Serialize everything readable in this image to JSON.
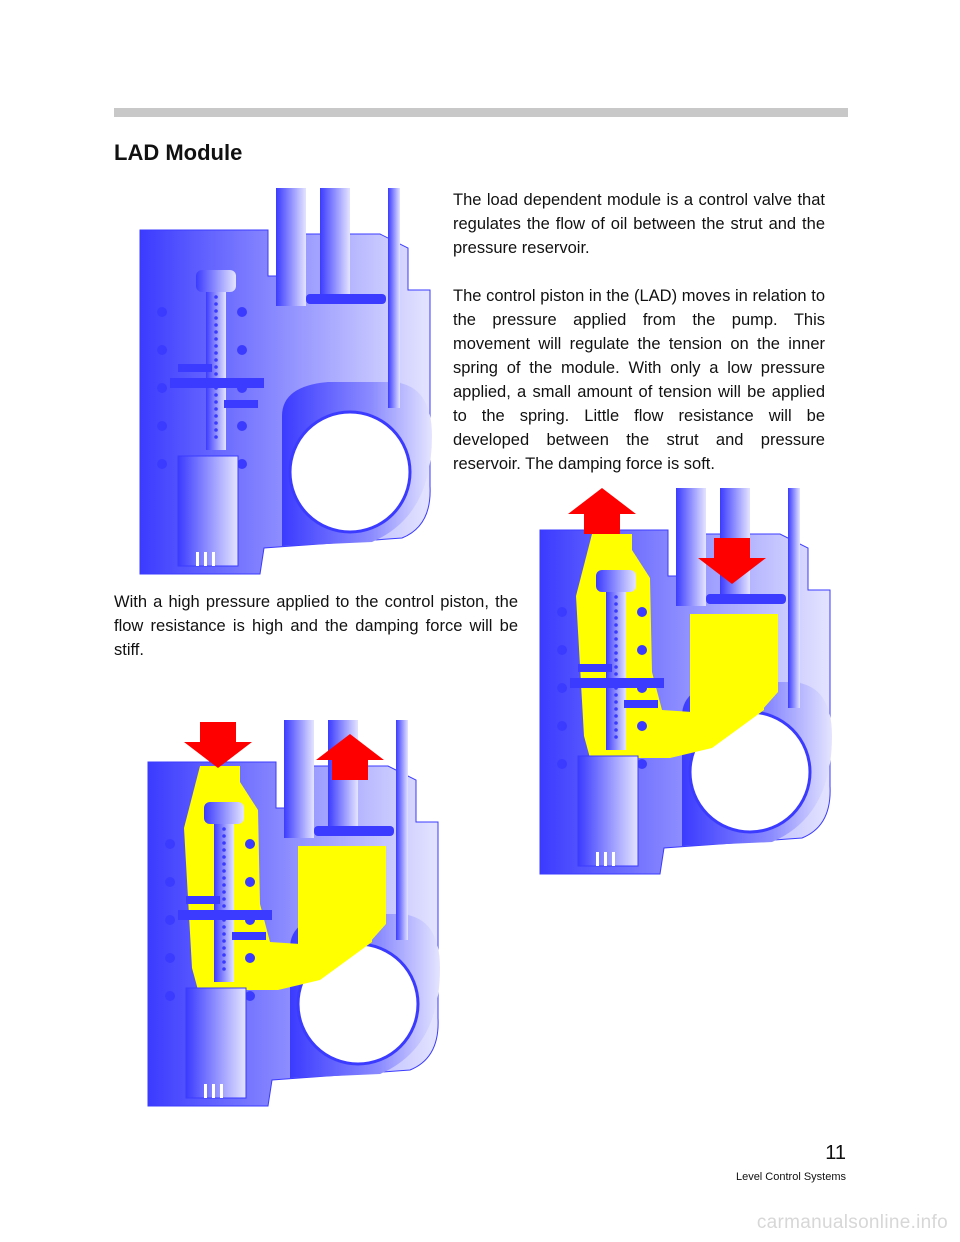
{
  "page": {
    "title": "LAD Module",
    "paragraphs": [
      "The load dependent module is a control valve that regulates the flow of oil between the strut and the pressure reservoir.",
      "The control piston in the (LAD) moves in relation to the pressure applied from the pump. This movement will regulate the tension on the inner spring of the module. With only a low pressure applied, a small amount of tension will be applied to the spring. Little flow resistance will be developed between the strut and pressure reservoir. The damping force is soft.",
      "With a high pressure applied to the control piston, the flow resistance is high and the damping force will be stiff."
    ],
    "page_number": "11",
    "footer": "Level Control Systems",
    "watermark": "carmanualsonline.info"
  },
  "figures": [
    {
      "name": "lad-module-low-pressure",
      "oil_filled": false,
      "arrows": []
    },
    {
      "name": "lad-module-high-pressure-a",
      "oil_filled": true,
      "arrows": [
        "up",
        "down"
      ]
    },
    {
      "name": "lad-module-high-pressure-b",
      "oil_filled": true,
      "arrows": [
        "down",
        "up"
      ]
    }
  ],
  "colors": {
    "metal": "#3b3bff",
    "metal_light": "#e4e4ff",
    "oil": "#ffff00",
    "arrow": "#ff0000",
    "rule": "#c8c8c8"
  }
}
